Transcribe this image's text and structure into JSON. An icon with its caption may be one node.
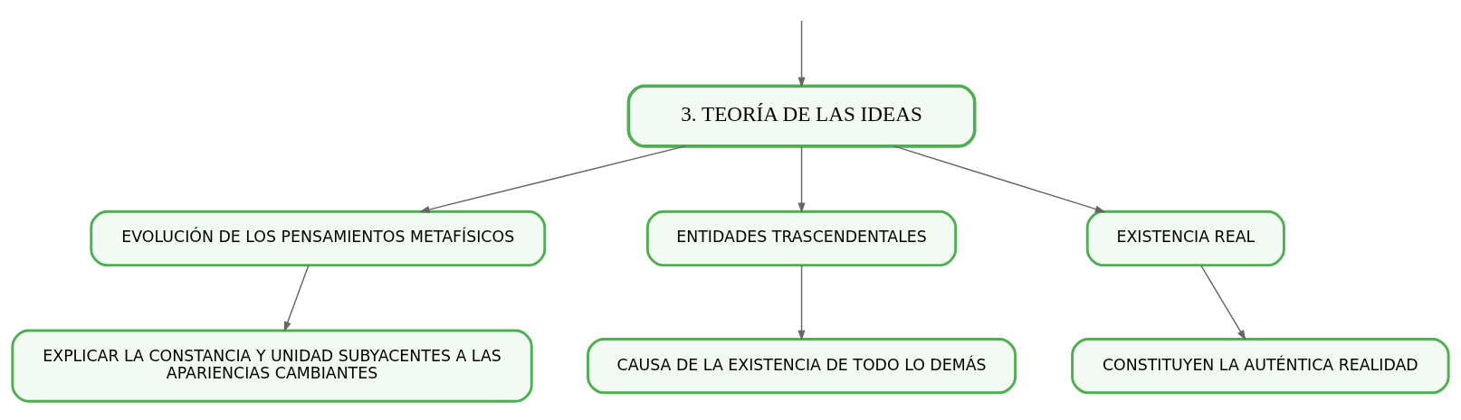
{
  "diagram": {
    "nodes": [
      {
        "text": [
          "3. TEORÍA DE LAS IDEAS"
        ]
      },
      {
        "text": [
          "EVOLUCIÓN DE LOS PENSAMIENTOS METAFÍSICOS"
        ]
      },
      {
        "text": [
          "ENTIDADES TRASCENDENTALES"
        ]
      },
      {
        "text": [
          "EXISTENCIA REAL"
        ]
      },
      {
        "text": [
          "EXPLICAR LA CONSTANCIA Y UNIDAD SUBYACENTES A LAS APARIENCIAS CAMBIANTES"
        ]
      },
      {
        "text": [
          "CAUSA DE LA EXISTENCIA DE TODO LO DEMÁS"
        ]
      },
      {
        "text": [
          "CONSTITUYEN LA AUTÉNTICA REALIDAD"
        ]
      }
    ],
    "edges": [
      {
        "from": null,
        "to": 0,
        "arrow": "to"
      },
      {
        "from": 0,
        "to": 1,
        "arrow": "to"
      },
      {
        "from": 0,
        "to": 2,
        "arrow": "to"
      },
      {
        "from": 0,
        "to": 3,
        "arrow": "to"
      },
      {
        "from": 1,
        "to": 4,
        "arrow": "to"
      },
      {
        "from": 2,
        "to": 5,
        "arrow": "to"
      },
      {
        "from": 3,
        "to": 6,
        "arrow": "to"
      }
    ]
  }
}
